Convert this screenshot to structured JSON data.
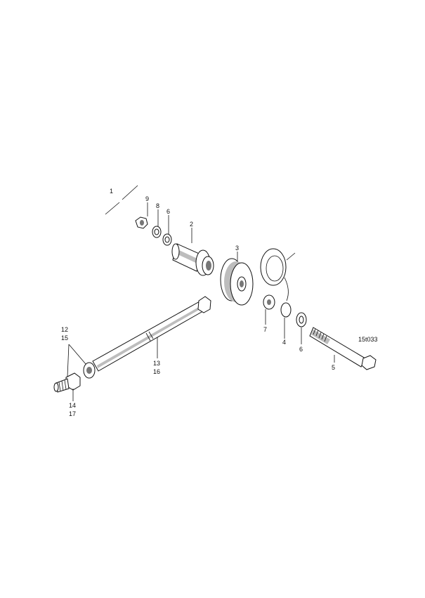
{
  "drawing_ref": "15t033",
  "callouts": {
    "c1": "1",
    "c2": "2",
    "c3": "3",
    "c4": "4",
    "c5": "5",
    "c6a": "6",
    "c6b": "6",
    "c7": "7",
    "c8": "8",
    "c9": "9",
    "c12": "12",
    "c15": "15",
    "c13": "13",
    "c16": "16",
    "c14": "14",
    "c17": "17"
  }
}
